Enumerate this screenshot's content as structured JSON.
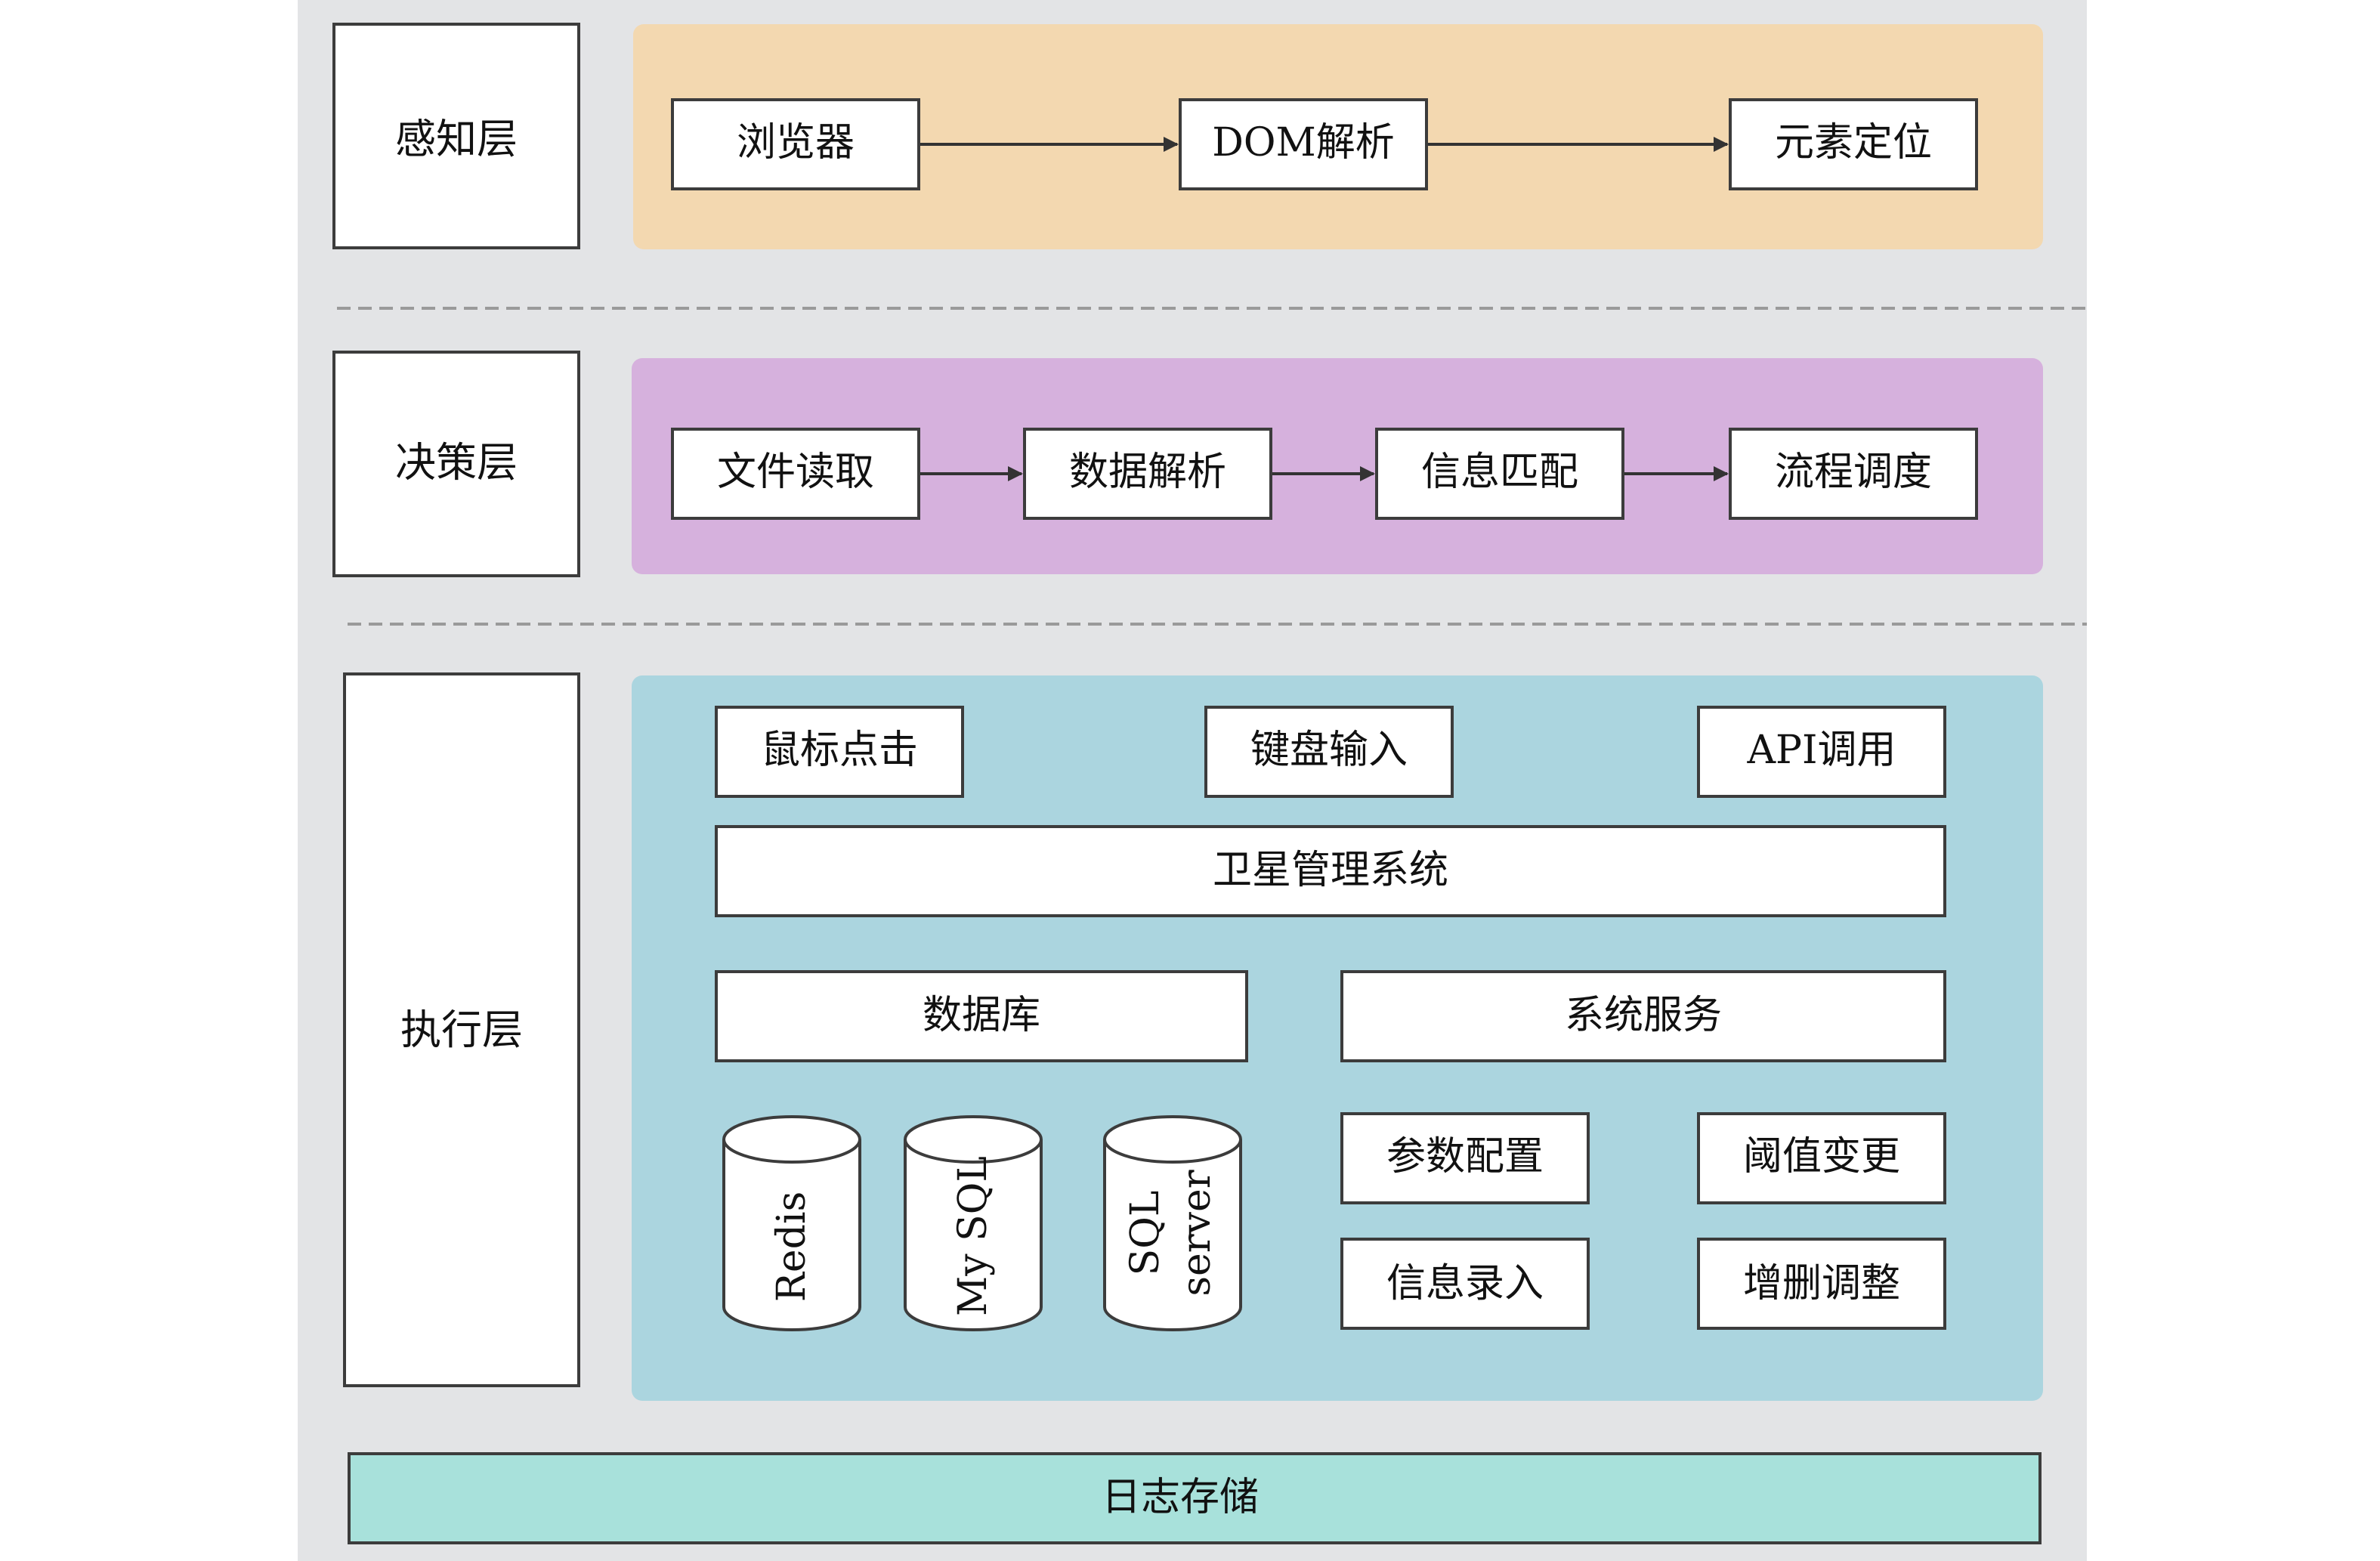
{
  "colors": {
    "page_bg": "#e3e4e6",
    "perception_panel": "#f3d8b0",
    "decision_panel": "#d6b1dd",
    "execution_panel": "#abd5df",
    "log_bar": "#a8e1db",
    "box_fill": "#ffffff",
    "box_stroke": "#3c3c3c"
  },
  "layers": {
    "perception": {
      "label": "感知层",
      "steps": [
        "浏览器",
        "DOM解析",
        "元素定位"
      ]
    },
    "decision": {
      "label": "决策层",
      "steps": [
        "文件读取",
        "数据解析",
        "信息匹配",
        "流程调度"
      ]
    },
    "execution": {
      "label": "执行层",
      "inputs": [
        "鼠标点击",
        "键盘输入",
        "API调用"
      ],
      "system": "卫星管理系统",
      "database": {
        "label": "数据库",
        "cylinders": [
          "Redis",
          "My SQL",
          [
            "SQL",
            "server"
          ]
        ]
      },
      "services": {
        "label": "系统服务",
        "items": [
          "参数配置",
          "阈值变更",
          "信息录入",
          "增删调整"
        ]
      }
    }
  },
  "log_storage": "日志存储"
}
